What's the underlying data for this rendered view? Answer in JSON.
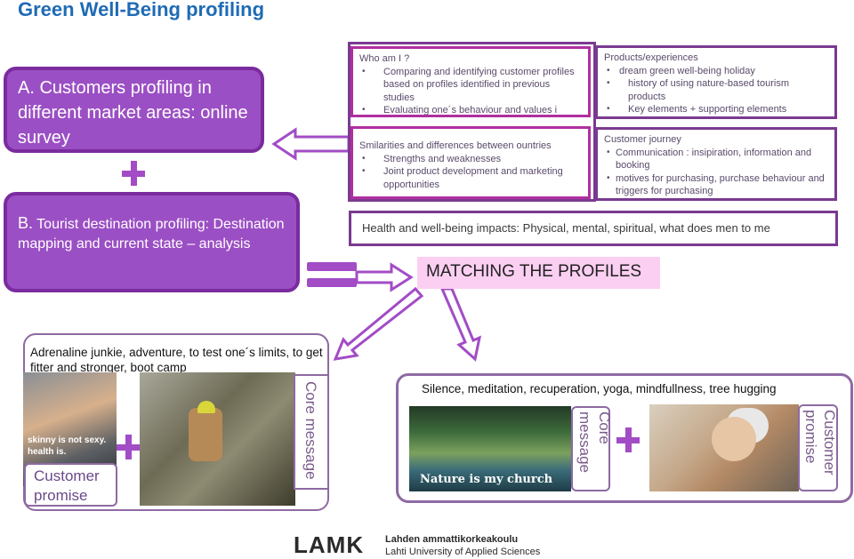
{
  "title": "Green Well-Being profiling",
  "section_a": {
    "label": "A.  Customers profiling in different market areas: online survey"
  },
  "section_b": {
    "label_letter": "B.",
    "label": "Tourist destination profiling: Destination mapping and current state – analysis"
  },
  "who_am_i": {
    "heading": "Who am I ?",
    "items": [
      "Comparing and identifying customer profiles based on profiles identified in previous studies",
      "Evaluating one´s behaviour and values i"
    ]
  },
  "similarities": {
    "heading": "Smilarities and differences between ountries",
    "items": [
      "Strengths and weaknesses",
      "Joint product development and marketing opportunities"
    ]
  },
  "products": {
    "heading": "Products/experiences",
    "items": [
      "dream green well-being holiday",
      "history of using nature-based tourism products",
      "Key elements + supporting elements"
    ]
  },
  "journey": {
    "heading": "Customer journey",
    "items": [
      "Communication : insipiration, information and booking",
      "motives for purchasing, purchase behaviour and triggers for purchasing"
    ]
  },
  "health": "Health and well-being impacts: Physical, mental, spiritual,  what does men to me",
  "matching": "MATCHING THE PROFILES",
  "left_profile": {
    "text": "Adrenaline junkie, adventure, to test one´s limits, to get fitter and stronger, boot camp",
    "image_caption": "skinny is not sexy. health is.",
    "core_message": "Core message",
    "customer_promise": "Customer promise"
  },
  "right_profile": {
    "text": "Silence, meditation, recuperation, yoga, mindfullness, tree hugging",
    "image_caption": "Nature is my church",
    "core_message": "Core message",
    "customer_promise": "Customer promise"
  },
  "logo": {
    "mark": "LAMK",
    "line1": "Lahden ammattikorkeakoulu",
    "line2": "Lahti University of Applied Sciences"
  },
  "colors": {
    "accent": "#9b4fc4",
    "title": "#1f6bb5",
    "border": "#7a3a90",
    "matching_bg": "#fbcff2"
  }
}
